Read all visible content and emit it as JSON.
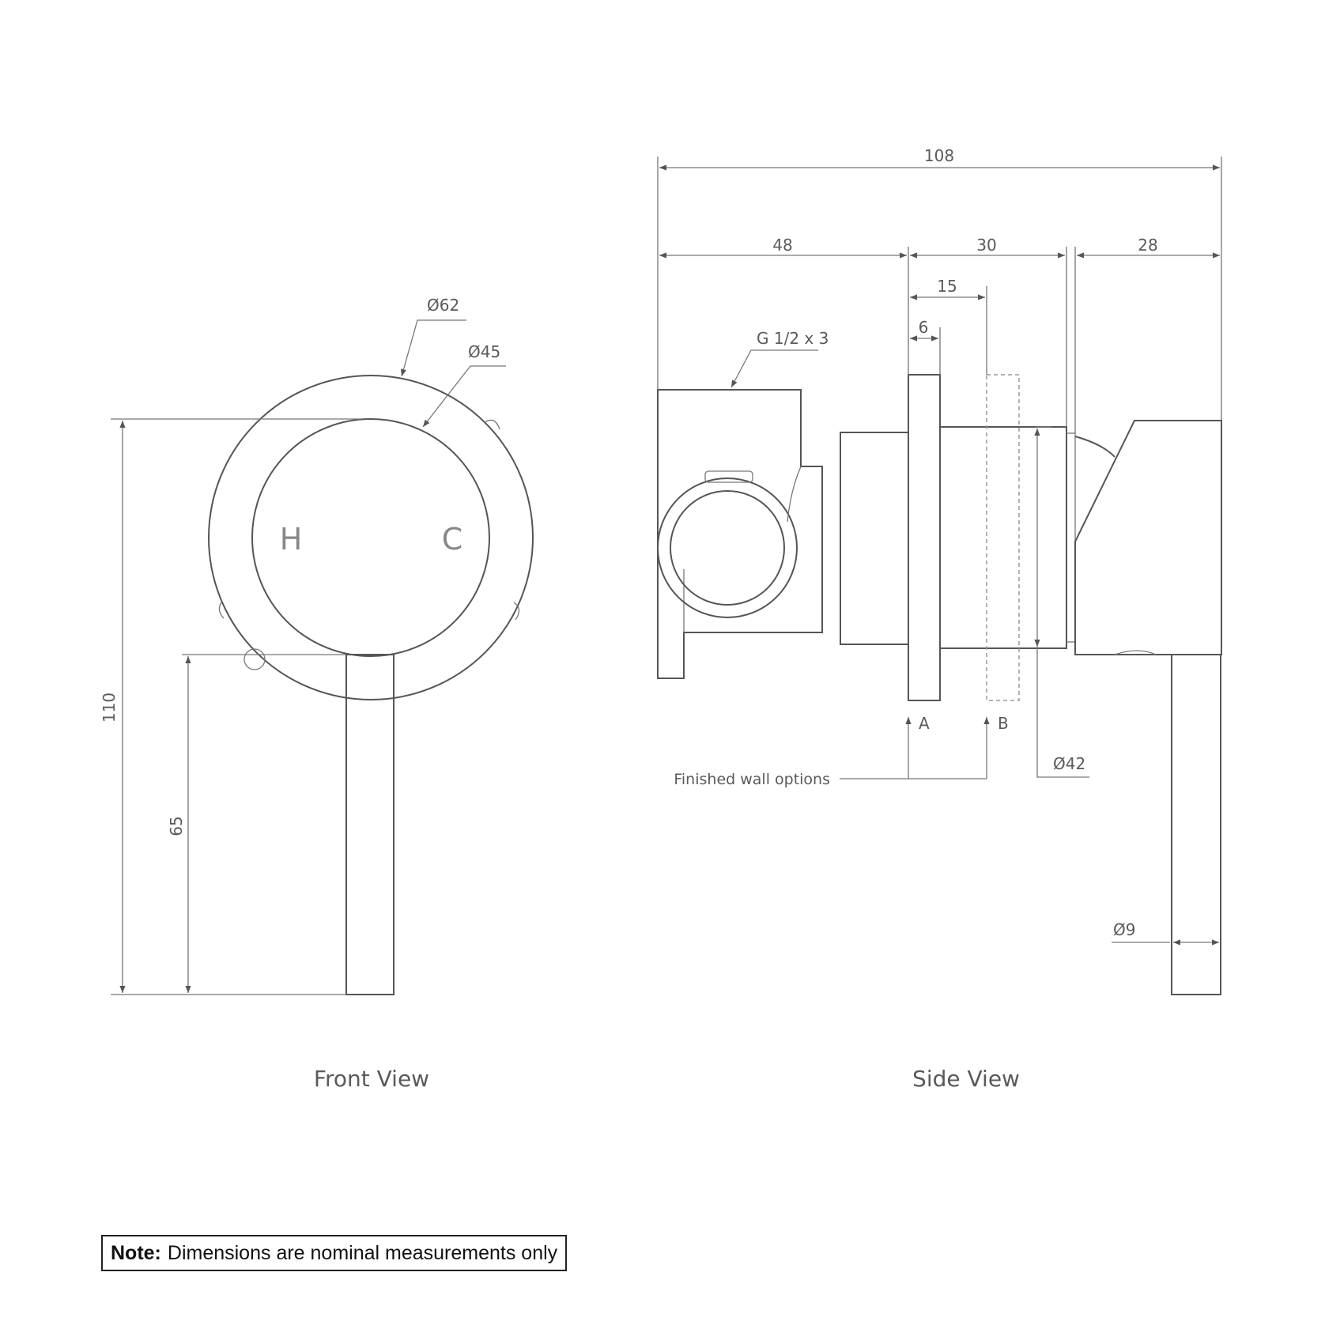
{
  "front_view": {
    "caption": "Front View",
    "hot_label": "H",
    "cold_label": "C",
    "dim_plate_diameter": "Ø62",
    "dim_handle_diameter": "Ø45",
    "dim_total_height": "110",
    "dim_lever_height": "65"
  },
  "side_view": {
    "caption": "Side View",
    "dim_overall": "108",
    "dim_body": "48",
    "dim_middle": "30",
    "dim_lever_depth": "28",
    "dim_15": "15",
    "dim_6": "6",
    "thread_label": "G 1/2 x 3",
    "wall_a": "A",
    "wall_b": "B",
    "finished_wall_label": "Finished wall options",
    "dim_sleeve_diameter": "Ø42",
    "dim_lever_diameter": "Ø9"
  },
  "note": {
    "label": "Note:",
    "text": "Dimensions are nominal measurements only"
  }
}
